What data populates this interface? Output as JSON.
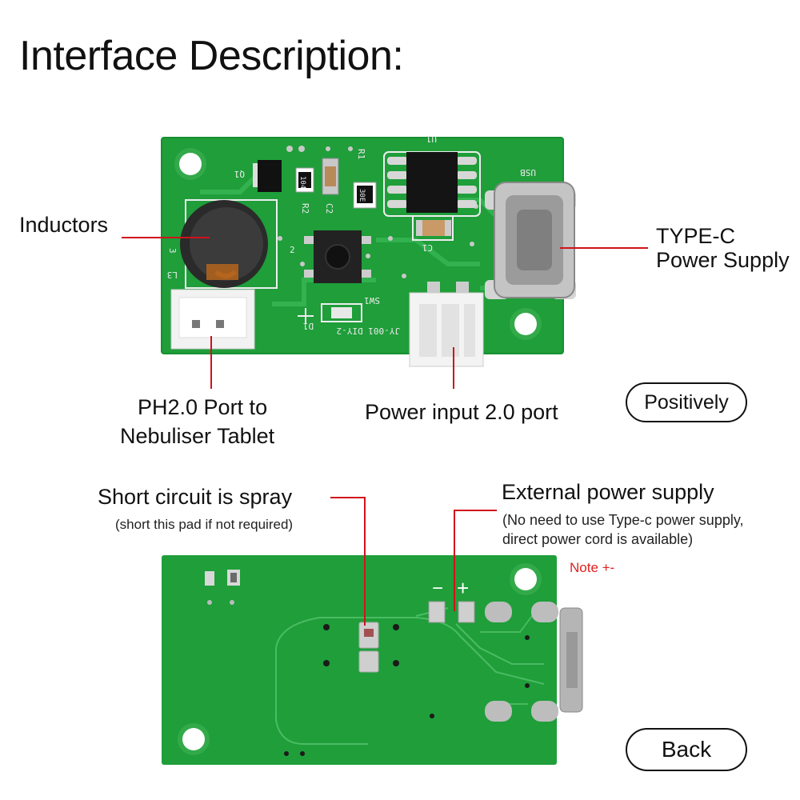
{
  "title": "Interface Description:",
  "front": {
    "labels": {
      "inductors": "Inductors",
      "typec_line1": "TYPE-C",
      "typec_line2": "Power Supply",
      "ph_line1": "PH2.0 Port to",
      "ph_line2": "Nebuliser Tablet",
      "power_input": "Power input 2.0 port"
    },
    "badge": "Positively",
    "silkscreen": {
      "usb": "USB",
      "u1": "U1",
      "r1": "R1",
      "q1": "Q1",
      "r2": "R2",
      "c2": "C2",
      "c1": "C1",
      "l3": "L3",
      "sw1": "SW1",
      "d1": "D1",
      "model": "JY-001 DIY-2",
      "r104": "104",
      "r30e": "30E",
      "pin2": "2",
      "pin3": "3"
    }
  },
  "back": {
    "labels": {
      "short_title": "Short circuit is spray",
      "short_sub": "(short this pad if not required)",
      "ext_title": "External power supply",
      "ext_sub1": "(No need to use Type-c power supply,",
      "ext_sub2": "direct power cord is available)"
    },
    "note": "Note +-",
    "minus": "−",
    "plus": "+",
    "badge": "Back"
  },
  "colors": {
    "pcb": "#1f9e3a",
    "pcb_dark": "#168a30",
    "trace": "#33b24f",
    "leader": "#d0121b",
    "note": "#e0201e"
  }
}
